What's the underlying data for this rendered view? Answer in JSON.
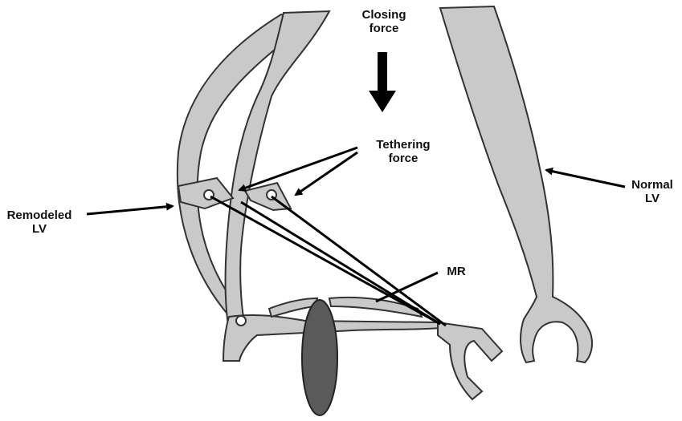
{
  "labels": {
    "closing_force": {
      "line1": "Closing",
      "line2": "force"
    },
    "tethering_force": {
      "line1": "Tethering",
      "line2": "force"
    },
    "remodeled_lv": {
      "line1": "Remodeled",
      "line2": "LV"
    },
    "normal_lv": {
      "line1": "Normal",
      "line2": "LV"
    },
    "mr": "MR"
  },
  "colors": {
    "wall_fill": "#c9c9c9",
    "wall_stroke": "#333333",
    "jet_fill": "#5a5a5a",
    "arrow": "#000000"
  }
}
